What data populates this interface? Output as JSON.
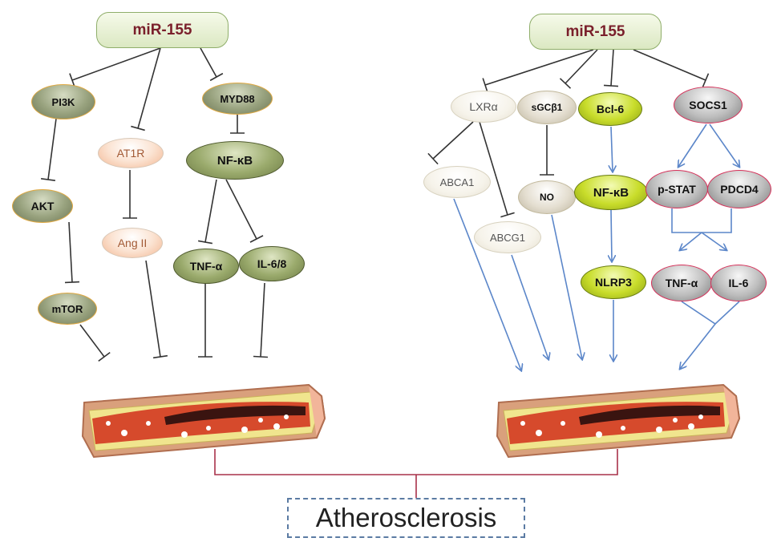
{
  "left_panel": {
    "root": "miR-155",
    "nodes": {
      "pi3k": "PI3K",
      "akt": "AKT",
      "mtor": "mTOR",
      "at1r": "AT1R",
      "ang2": "Ang II",
      "myd88": "MYD88",
      "nfkb": "NF-κB",
      "tnfa": "TNF-α",
      "il68": "IL-6/8"
    }
  },
  "right_panel": {
    "root": "miR-155",
    "nodes": {
      "lxra": "LXRα",
      "abca1": "ABCA1",
      "abcg1": "ABCG1",
      "sgcb1": "sGCβ1",
      "no": "NO",
      "bcl6": "Bcl-6",
      "nfkb": "NF-κB",
      "nlrp3": "NLRP3",
      "socs1": "SOCS1",
      "pstat": "p-STAT",
      "pdcd4": "PDCD4",
      "tnfa": "TNF-α",
      "il6": "IL-6"
    }
  },
  "outcome": "Atherosclerosis",
  "colors": {
    "inhibit_line": "#333333",
    "activate_arrow": "#5b86c9",
    "bracket": "#a8324a",
    "root_text": "#7a1f2b"
  }
}
